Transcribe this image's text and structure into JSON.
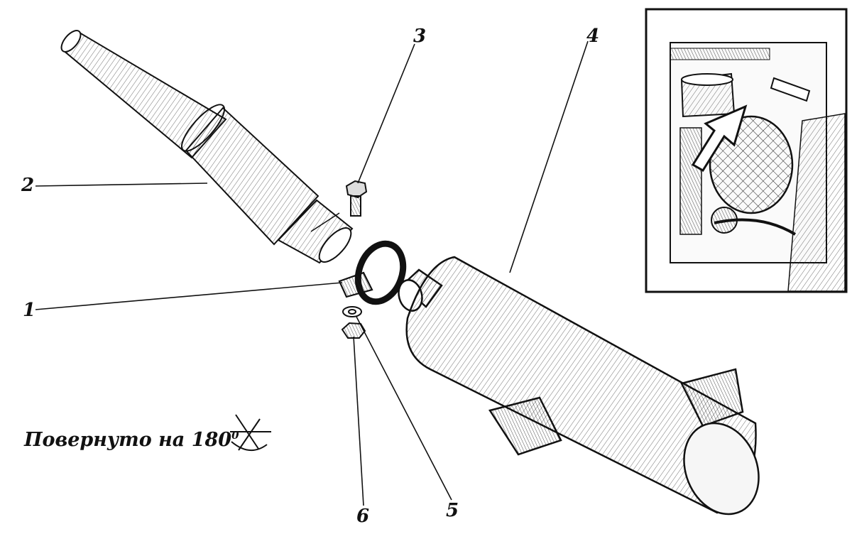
{
  "callouts": {
    "c1": "1",
    "c2": "2",
    "c3": "3",
    "c4": "4",
    "c5": "5",
    "c6": "6"
  },
  "caption": {
    "text": "Повернуто на 180",
    "superscript": "0"
  },
  "icons": {
    "rotation_symbol": "rotated-180-icon",
    "inset_arrow": "location-arrow-icon"
  },
  "colors": {
    "ink": "#111111",
    "paper": "#ffffff"
  }
}
